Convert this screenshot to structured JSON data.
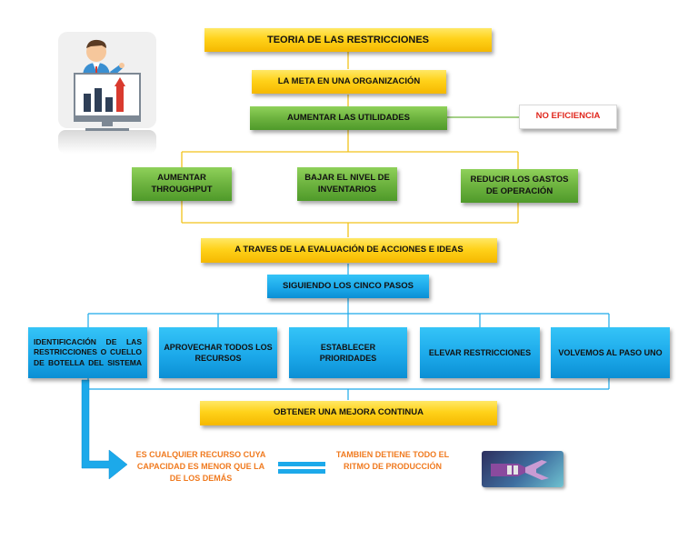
{
  "title": "TEORIA DE LAS RESTRICCIONES",
  "meta": "LA META EN UNA ORGANIZACIÓN",
  "aumentar_utilidades": "AUMENTAR LAS UTILIDADES",
  "no_eficiencia": "NO EFICIENCIA",
  "objetivos": [
    {
      "line1": "AUMENTAR",
      "line2": "THROUGHPUT"
    },
    {
      "line1": "BAJAR EL NIVEL DE",
      "line2": "INVENTARIOS"
    },
    {
      "line1": "REDUCIR LOS GASTOS",
      "line2": "DE OPERACIÓN"
    }
  ],
  "evaluacion": "A TRAVES DE LA EVALUACIÓN DE ACCIONES E IDEAS",
  "cinco_pasos": "SIGUIENDO LOS CINCO PASOS",
  "pasos": [
    {
      "line1": "IDENTIFICACIÓN DE LAS",
      "line2": "RESTRICCIONES O CUELLO",
      "line3": "DE BOTELLA DEL SISTEMA"
    },
    {
      "line1": "APROVECHAR TODOS LOS",
      "line2": "RECURSOS"
    },
    {
      "line1": "ESTABLECER",
      "line2": "PRIORIDADES"
    },
    {
      "line1": "ELEVAR RESTRICCIONES"
    },
    {
      "line1": "VOLVEMOS AL PASO UNO"
    }
  ],
  "mejora_continua": "OBTENER UNA MEJORA CONTINUA",
  "definicion": {
    "line1": "ES CUALQUIER RECURSO CUYA",
    "line2": "CAPACIDAD ES MENOR QUE LA",
    "line3": "DE LOS DEMÁS"
  },
  "detiene": {
    "line1": "TAMBIEN DETIENE TODO EL",
    "line2": "RITMO DE PRODUCCIÓN"
  },
  "colors": {
    "yellow": "#ffd21a",
    "green": "#6db33f",
    "blue": "#1ca9ea",
    "red": "#e0271d",
    "orange": "#f07a1f"
  },
  "icons": [
    "presenter-chart-icon",
    "bottleneck-hand-icon"
  ]
}
